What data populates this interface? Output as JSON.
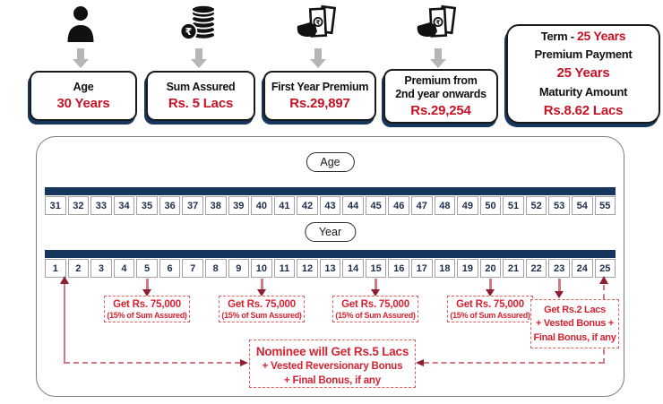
{
  "colors": {
    "navy": "#17365d",
    "red": "#c41425",
    "ann-red": "#d42332",
    "maroon": "#8e1f2f",
    "line-red": "#cf7b85",
    "dash-red": "#e25b5b",
    "gray": "#b5b5b5",
    "ink": "#111111"
  },
  "top": {
    "cards": [
      {
        "icon": "person-icon",
        "label": "Age",
        "value": "30 Years"
      },
      {
        "icon": "coins-icon",
        "label": "Sum Assured",
        "value": "Rs. 5 Lacs"
      },
      {
        "icon": "cash-hand-icon",
        "label": "First Year Premium",
        "value": "Rs.29,897"
      },
      {
        "icon": "cash-hand-icon",
        "label": "Premium from\n2nd year onwards",
        "value": "Rs.29,254"
      }
    ],
    "term_card": {
      "term_label": "Term  -",
      "term_value": "25 Years",
      "premium_payment_label": "Premium Payment",
      "premium_payment_value": "25 Years",
      "maturity_label": "Maturity Amount",
      "maturity_value": "Rs.8.62 Lacs"
    }
  },
  "timeline": {
    "age_pill": "Age",
    "year_pill": "Year",
    "ages": [
      "31",
      "32",
      "33",
      "34",
      "35",
      "36",
      "37",
      "38",
      "39",
      "40",
      "41",
      "42",
      "43",
      "44",
      "45",
      "46",
      "47",
      "48",
      "49",
      "50",
      "51",
      "52",
      "53",
      "54",
      "55"
    ],
    "years": [
      "1",
      "2",
      "3",
      "4",
      "5",
      "6",
      "7",
      "8",
      "9",
      "10",
      "11",
      "12",
      "13",
      "14",
      "15",
      "16",
      "17",
      "18",
      "19",
      "20",
      "21",
      "22",
      "23",
      "24",
      "25"
    ],
    "survival_benefits": [
      {
        "at_year": "5",
        "line1": "Get Rs. 75,000",
        "line2": "(15% of Sum Assured)"
      },
      {
        "at_year": "10",
        "line1": "Get Rs. 75,000",
        "line2": "(15% of Sum Assured)"
      },
      {
        "at_year": "15",
        "line1": "Get Rs. 75,000",
        "line2": "(15% of Sum Assured)"
      },
      {
        "at_year": "20",
        "line1": "Get Rs. 75,000",
        "line2": "(15% of Sum Assured)"
      }
    ],
    "maturity_benefit": {
      "line1": "Get Rs.2 Lacs",
      "line2": "+ Vested Bonus +",
      "line3": "Final Bonus, if any"
    },
    "death_benefit": {
      "line1": "Nominee will Get Rs.5 Lacs",
      "line2": "+ Vested Reversionary Bonus",
      "line3": "+ Final Bonus, if any"
    }
  }
}
